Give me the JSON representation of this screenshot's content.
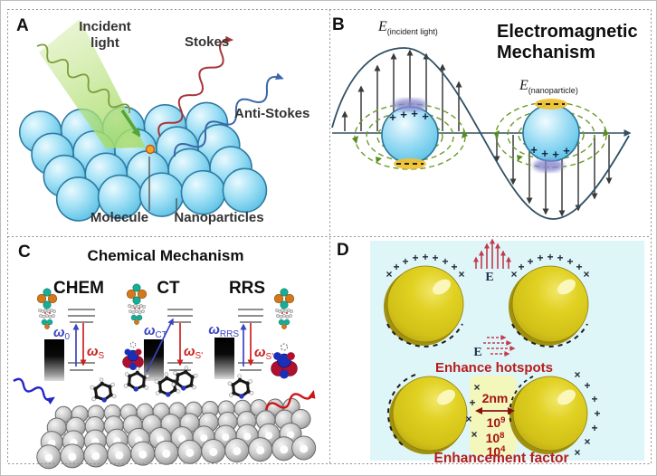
{
  "symbols": {
    "plus": "+",
    "cross": "×"
  },
  "panel_a": {
    "label": "A",
    "incident_light_lines": [
      "Incident",
      "light"
    ],
    "stokes": "Stokes",
    "anti_stokes": "Anti-Stokes",
    "molecule": "Molecule",
    "nanoparticles": "Nanoparticles"
  },
  "panel_b": {
    "label": "B",
    "title_lines": [
      "Electromagnetic",
      "Mechanism"
    ],
    "e_incident": {
      "symbol": "E",
      "subscript": "(incident light)"
    },
    "e_nanoparticle": {
      "symbol": "E",
      "subscript": "(nanoparticle)"
    }
  },
  "panel_c": {
    "label": "C",
    "title": "Chemical Mechanism",
    "columns": [
      {
        "name": "CHEM",
        "omega_up": {
          "symbol": "ω",
          "subscript": "0"
        },
        "omega_down": {
          "symbol": "ω",
          "subscript": "S"
        }
      },
      {
        "name": "CT",
        "omega_up": {
          "symbol": "ω",
          "subscript": "CT"
        },
        "omega_down": {
          "symbol": "ω",
          "subscript": "S'"
        }
      },
      {
        "name": "RRS",
        "omega_up": {
          "symbol": "ω",
          "subscript": "RRS"
        },
        "omega_down": {
          "symbol": "ω",
          "subscript": "S'"
        }
      }
    ]
  },
  "panel_d": {
    "label": "D",
    "e_field_vertical": "E",
    "e_field_horizontal": "E",
    "enhance_hotspots": "Enhance hotspots",
    "gap_label": "2nm",
    "enhancement_factors": [
      {
        "base": "10",
        "exponent": "9"
      },
      {
        "base": "10",
        "exponent": "8"
      },
      {
        "base": "10",
        "exponent": "4"
      }
    ],
    "enhancement_factor_label": "Enhancement factor"
  },
  "colors": {
    "stokes_red": "#a93439",
    "anti_stokes_blue": "#3c66a8",
    "incident_green": "#7d9c3a",
    "nanoparticle_blue": "#7fd0ee",
    "gold_nanoparticle": "#d9c215",
    "panel_d_background": "#dff6f9",
    "hotspot_red": "#b71c1c",
    "energy_up_blue": "#3a44c0",
    "energy_down_red": "#cc2020",
    "field_line_green": "#6a9c28"
  }
}
